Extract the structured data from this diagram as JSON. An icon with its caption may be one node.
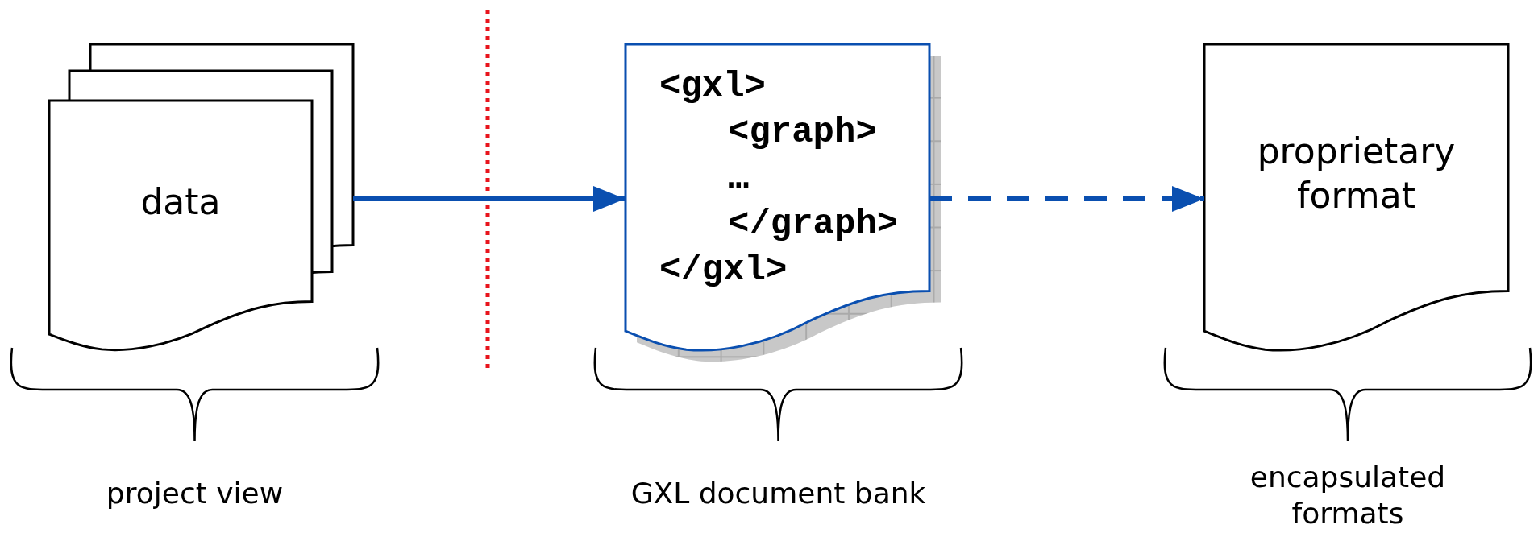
{
  "diagram": {
    "nodes": [
      {
        "text": [
          "data"
        ]
      },
      {
        "text": [
          "<gxl>",
          "<graph>",
          "…",
          "</graph>",
          "</gxl>"
        ]
      },
      {
        "text": [
          "proprietary format"
        ]
      }
    ],
    "edges": [
      {
        "from": 0,
        "to": 1,
        "arrow": "to"
      },
      {
        "from": 1,
        "to": 2,
        "arrow": "to",
        "style": "dashed"
      }
    ],
    "labels": [
      "project view",
      "GXL document bank",
      "encapsulated formats"
    ]
  }
}
